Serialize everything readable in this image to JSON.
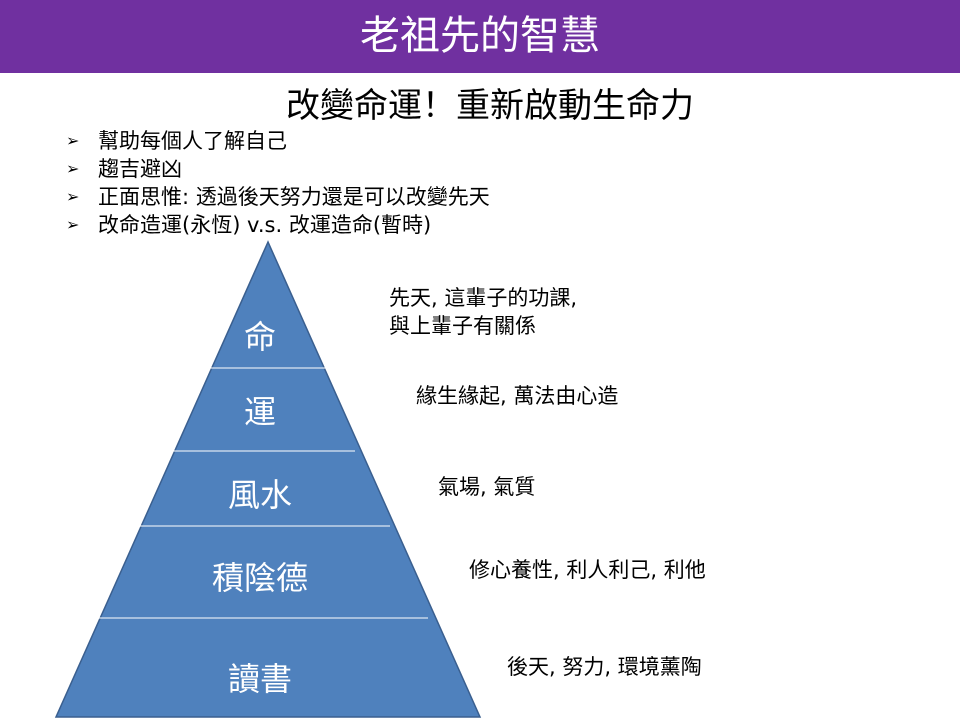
{
  "header": {
    "title": "老祖先的智慧"
  },
  "subtitle": "改變命運！重新啟動生命力",
  "bullet_marker": "➢",
  "bullets": [
    "幫助每個人了解自己",
    "趨吉避凶",
    "正面思惟: 透過後天努力還是可以改變先天",
    "改命造運(永恆) v.s. 改運造命(暫時)"
  ],
  "pyramid": {
    "fill": "#4f81bd",
    "stroke": "#3a5f8f",
    "divider": "#ffffff",
    "layers": [
      {
        "label": "命",
        "note_lines": [
          "先天, 這輩子的功課,",
          "與上輩子有關係"
        ]
      },
      {
        "label": "運",
        "note_lines": [
          "緣生緣起, 萬法由心造"
        ]
      },
      {
        "label": "風水",
        "note_lines": [
          "氣場, 氣質"
        ]
      },
      {
        "label": "積陰德",
        "note_lines": [
          "修心養性, 利人利己, 利他"
        ]
      },
      {
        "label": "讀書",
        "note_lines": [
          "後天, 努力, 環境薰陶"
        ]
      }
    ]
  }
}
